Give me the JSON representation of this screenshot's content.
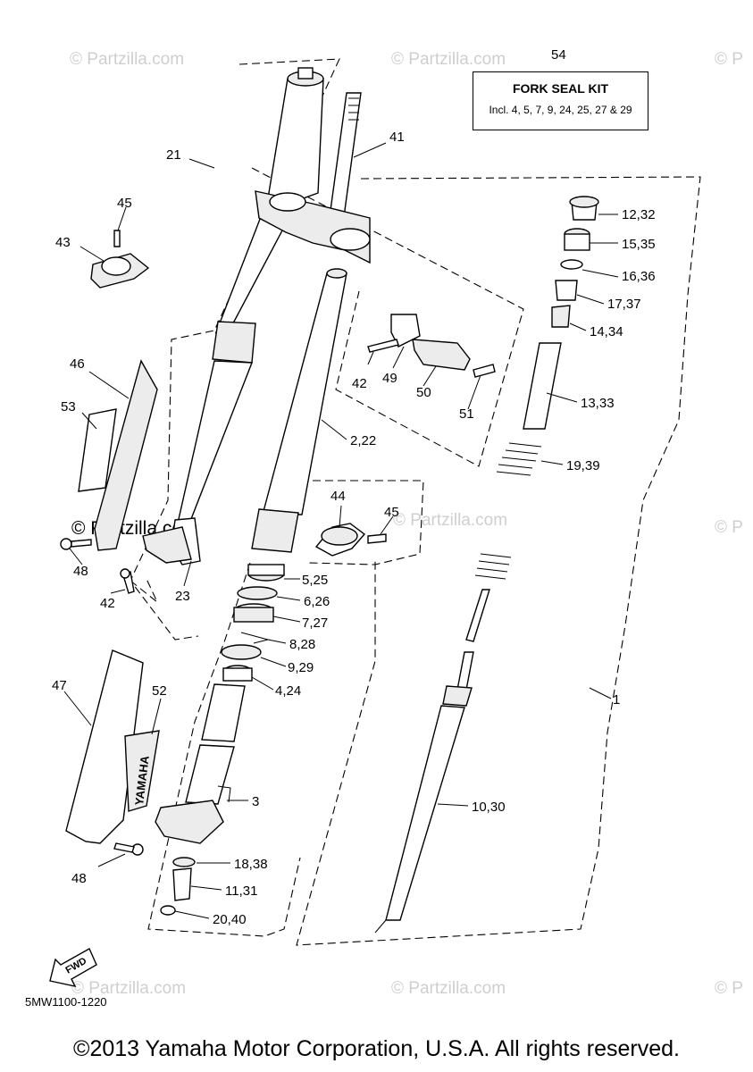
{
  "watermark_text": "© Partzilla.com",
  "watermark_edge": "© P",
  "kit": {
    "number": "54",
    "title": "FORK SEAL KIT",
    "description": "Incl. 4, 5, 7, 9, 24, 25, 27 & 29"
  },
  "callouts": {
    "p21": "21",
    "p41": "41",
    "p45a": "45",
    "p43": "43",
    "p12": "12,32",
    "p15": "15,35",
    "p16": "16,36",
    "p17": "17,37",
    "p14": "14,34",
    "p13": "13,33",
    "p19": "19,39",
    "p46": "46",
    "p53": "53",
    "p42a": "42",
    "p49": "49",
    "p50": "50",
    "p51": "51",
    "p2": "2,22",
    "p44": "44",
    "p45b": "45",
    "p48a": "48",
    "p42b": "42",
    "p23": "23",
    "p5": "5,25",
    "p6": "6,26",
    "p7": "7,27",
    "p8": "8,28",
    "p9": "9,29",
    "p4": "4,24",
    "p1": "1",
    "p47": "47",
    "p52": "52",
    "p3": "3",
    "p10": "10,30",
    "p18": "18,38",
    "p11": "11,31",
    "p48b": "48",
    "p20": "20,40"
  },
  "decal_text": "YAMAHA",
  "fwd_label": "FWD",
  "diagram_code": "5MW1100-1220",
  "copyright": "©2013 Yamaha Motor Corporation, U.S.A. All rights reserved."
}
